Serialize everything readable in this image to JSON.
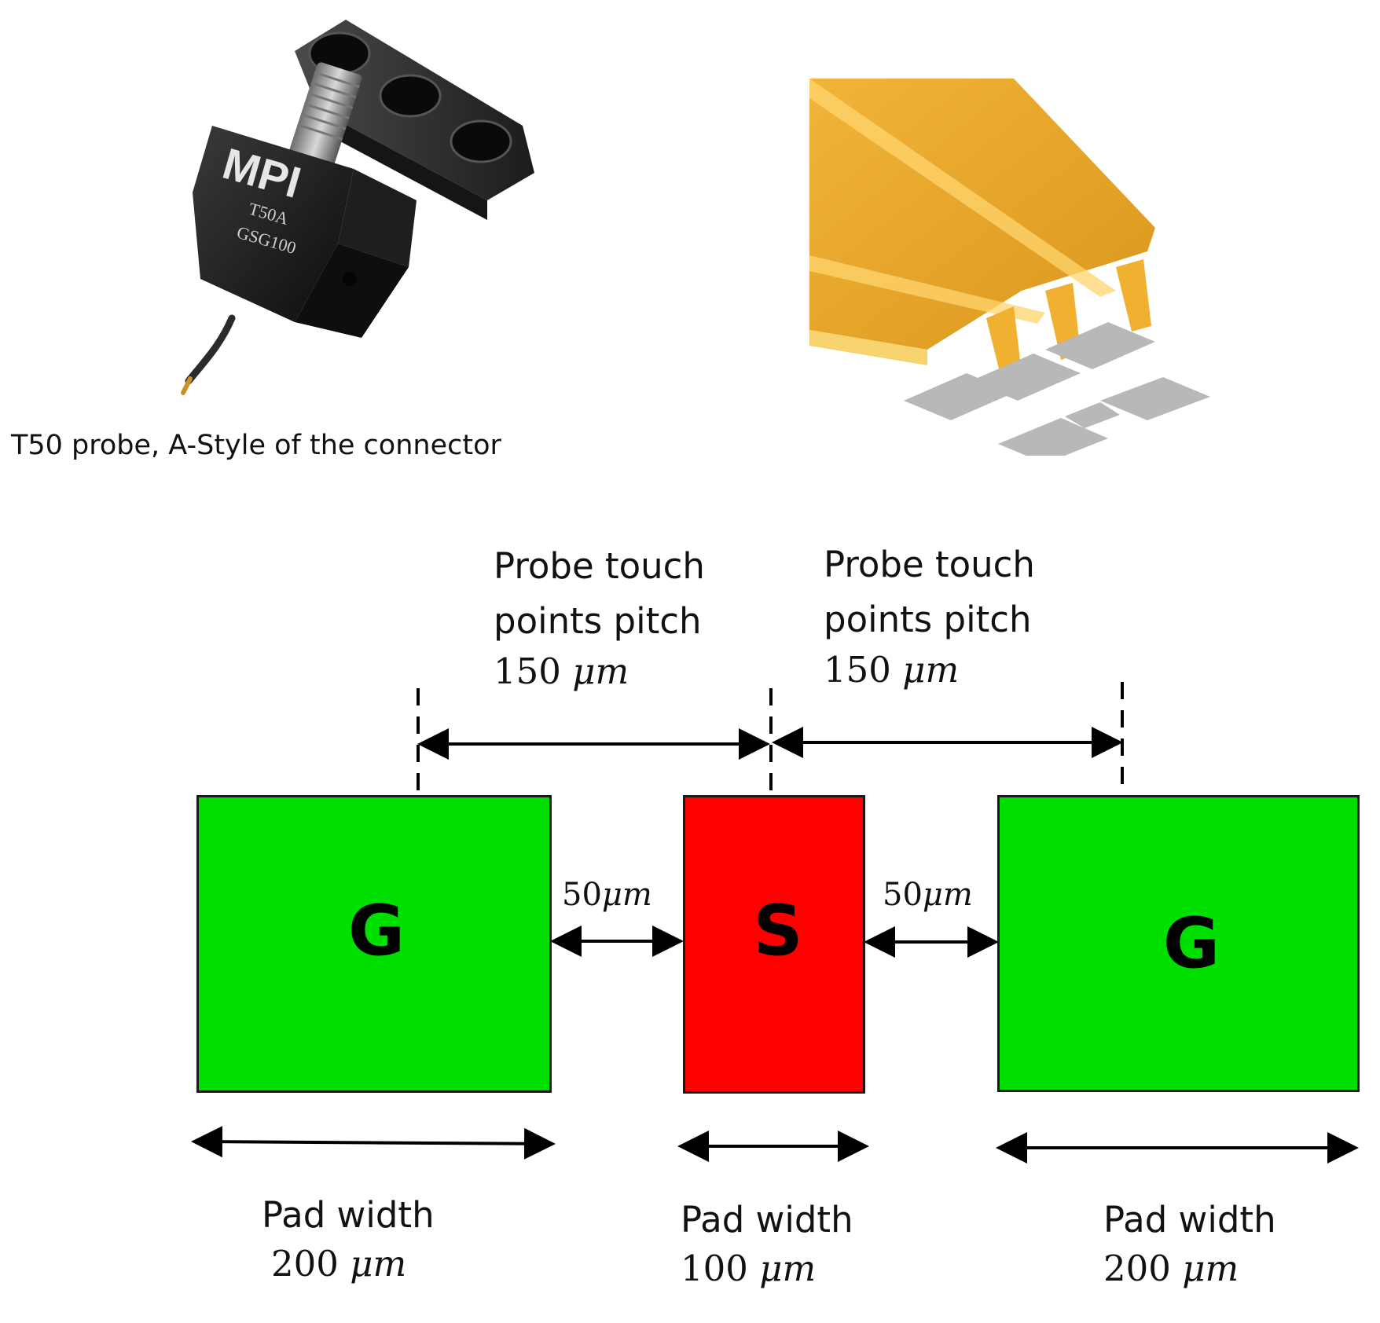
{
  "probe_photo": {
    "brand": "MPI",
    "model": "T50A",
    "model_line2": "GSG100",
    "caption": "T50 probe, A-Style of the connector"
  },
  "probe_tip_illustration": {
    "tip_color": "#e8a820",
    "pad_color": "#b8b8b8"
  },
  "layout_diagram": {
    "pads": [
      {
        "letter": "G",
        "color": "#00e000",
        "width_label": "Pad width",
        "width_value": "200",
        "width_unit": "μm"
      },
      {
        "letter": "S",
        "color": "#ff0000",
        "width_label": "Pad width",
        "width_value": "100",
        "width_unit": "μm"
      },
      {
        "letter": "G",
        "color": "#00e000",
        "width_label": "Pad width",
        "width_value": "200",
        "width_unit": "μm"
      }
    ],
    "gaps": [
      {
        "value": "50",
        "unit": "μm"
      },
      {
        "value": "50",
        "unit": "μm"
      }
    ],
    "pitches": [
      {
        "line1": "Probe touch",
        "line2": "points pitch",
        "value": "150",
        "unit": "μm"
      },
      {
        "line1": "Probe touch",
        "line2": "points pitch",
        "value": "150",
        "unit": "μm"
      }
    ]
  }
}
